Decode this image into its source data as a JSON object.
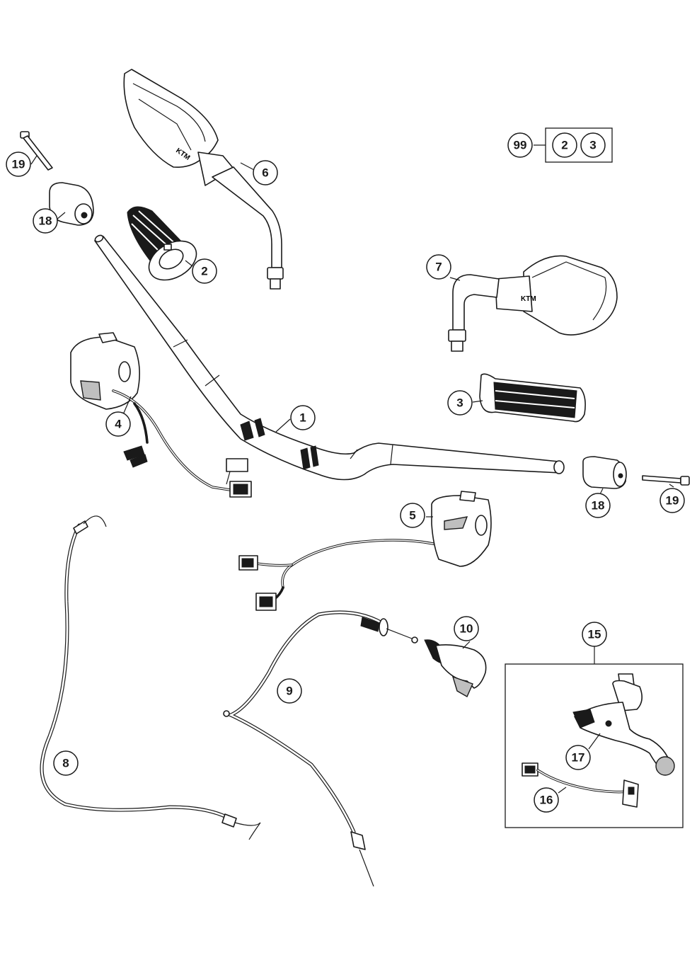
{
  "callouts": {
    "c1": "1",
    "c2": "2",
    "c3": "3",
    "c4": "4",
    "c5": "5",
    "c6": "6",
    "c7": "7",
    "c8": "8",
    "c9": "9",
    "c10": "10",
    "c15": "15",
    "c16": "16",
    "c17": "17",
    "c18_left": "18",
    "c18_right": "18",
    "c19_left": "19",
    "c19_right": "19",
    "c99": "99",
    "c99_sub_a": "2",
    "c99_sub_b": "3"
  },
  "mirror_logo": "KTM"
}
